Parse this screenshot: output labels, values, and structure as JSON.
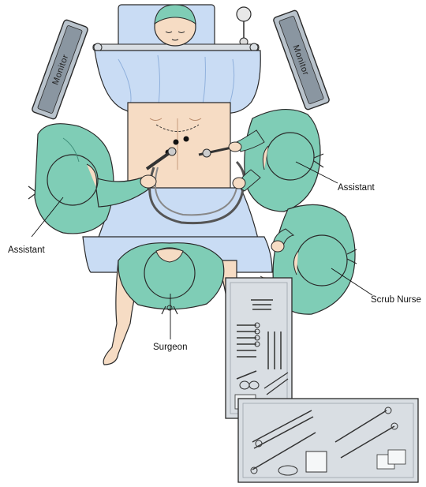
{
  "labels": {
    "monitor_left": "Monitor",
    "monitor_right": "Monitor",
    "assistant_left": "Assistant",
    "assistant_right": "Assistant",
    "surgeon": "Surgeon",
    "scrub_nurse": "Scrub Nurse"
  },
  "colors": {
    "gown": "#7fcdb6",
    "gown_dark": "#3f8f7a",
    "drape": "#c9dcf4",
    "drape_dark": "#8fb0dc",
    "skin": "#f6dcc4",
    "skin_line": "#b98c6c",
    "monitor": "#b9c3cc",
    "tray": "#d9dee3",
    "outline": "#2a2a2a"
  }
}
